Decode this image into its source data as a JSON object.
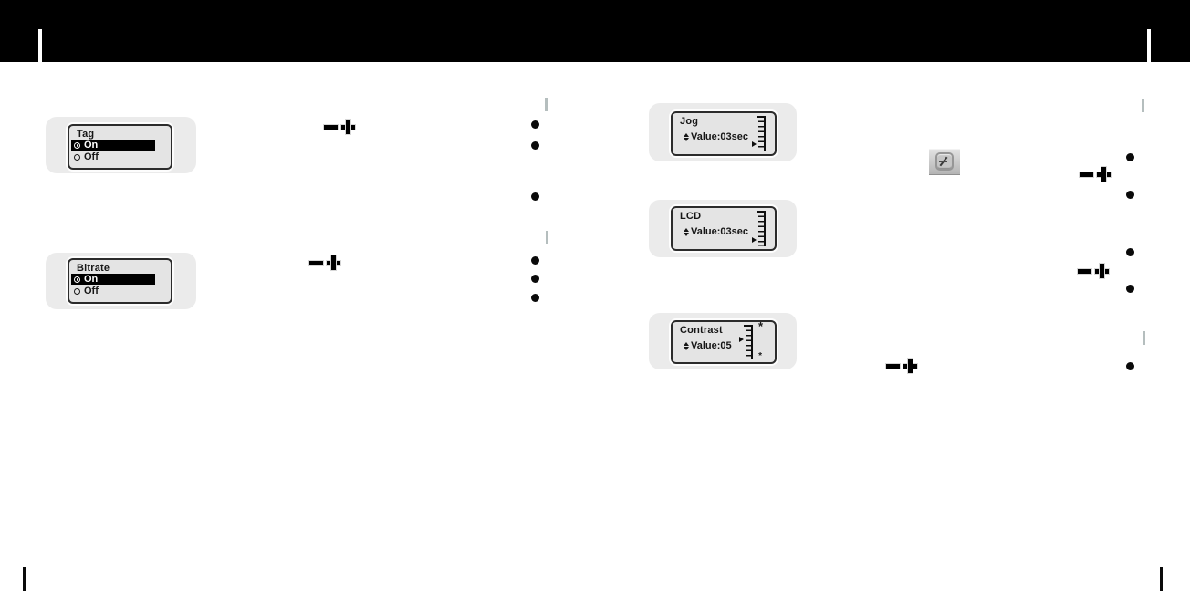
{
  "screens": {
    "tag": {
      "title": "Tag",
      "options": [
        {
          "label": "On",
          "selected": true
        },
        {
          "label": "Off",
          "selected": false
        }
      ]
    },
    "bitrate": {
      "title": "Bitrate",
      "options": [
        {
          "label": "On",
          "selected": true
        },
        {
          "label": "Off",
          "selected": false
        }
      ]
    },
    "jog": {
      "title": "Jog",
      "value": "Value:03sec"
    },
    "lcd": {
      "title": "LCD",
      "value": "Value:03sec"
    },
    "contrast": {
      "title": "Contrast",
      "value": "Value:05"
    }
  },
  "icons": {
    "minus": "minus-sign",
    "plus": "plus-sign",
    "bullet": "list-bullet-dot",
    "updown": "up-down-select-arrows",
    "pointer": "right-pointer-arrow",
    "brightness_star_large": "*",
    "brightness_star_small": "*",
    "menu_button_photo": "device-menu-button-photo"
  },
  "colors": {
    "header_bar": "#000000",
    "card_bg": "#ebebeb",
    "screen_bg": "#e4e4e4",
    "highlight_bar": "#000000",
    "section_marker": "#b5bebe"
  }
}
